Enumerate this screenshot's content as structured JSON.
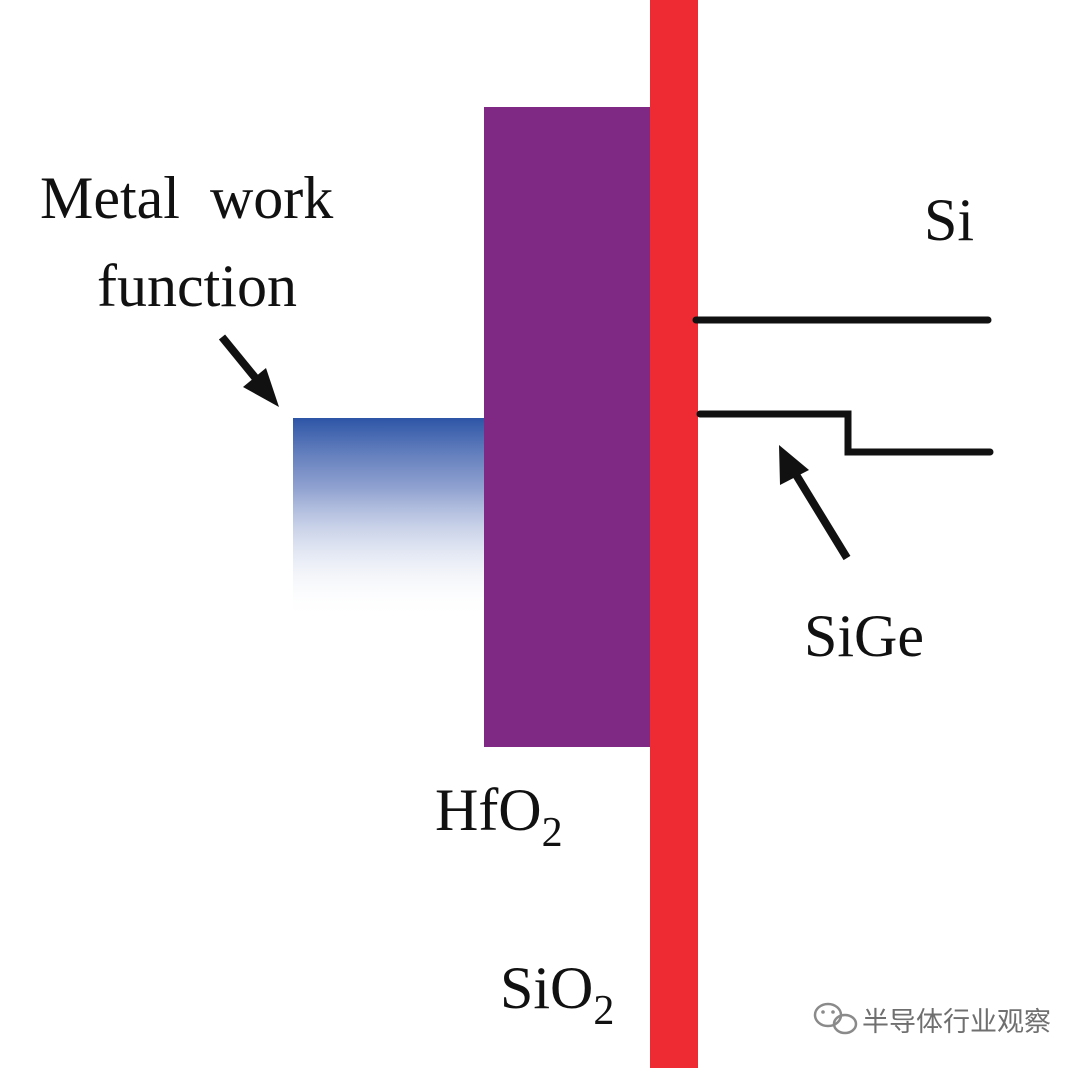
{
  "labels": {
    "metal_line1": "Metal  work",
    "metal_line2": "function",
    "si": "Si",
    "sige": "SiGe",
    "hfo2": "HfO",
    "hfo2_sub": "2",
    "sio2": "SiO",
    "sio2_sub": "2"
  },
  "watermark": {
    "text": "半导体行业观察",
    "icon": "wechat-icon"
  },
  "colors": {
    "sio2_layer": "#EE2A33",
    "hfo2_layer": "#7F2984",
    "metal_band": "#2D55A6",
    "band_lines": "#111111"
  }
}
